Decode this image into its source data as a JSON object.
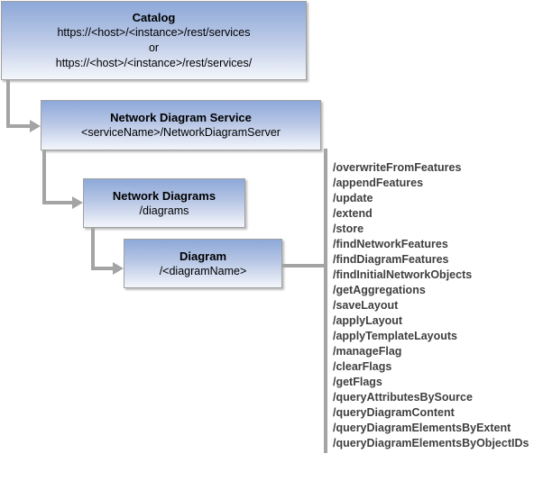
{
  "catalog": {
    "title": "Catalog",
    "url_primary": "https://<host>/<instance>/rest/services",
    "or_label": "or",
    "url_alternate": "https://<host>/<instance>/rest/services/"
  },
  "service": {
    "title": "Network Diagram Service",
    "path": "<serviceName>/NetworkDiagramServer"
  },
  "diagrams_collection": {
    "title": "Network Diagrams",
    "path": "/diagrams"
  },
  "diagram": {
    "title": "Diagram",
    "path": "/<diagramName>"
  },
  "operations": [
    "/overwriteFromFeatures",
    "/appendFeatures",
    "/update",
    "/extend",
    "/store",
    "/findNetworkFeatures",
    "/findDiagramFeatures",
    "/findInitialNetworkObjects",
    "/getAggregations",
    "/saveLayout",
    "/applyLayout",
    "/applyTemplateLayouts",
    "/manageFlag",
    "/clearFlags",
    "/getFlags",
    "/queryAttributesBySource",
    "/queryDiagramContent",
    "/queryDiagramElementsByExtent",
    "/queryDiagramElementsByObjectIDs"
  ],
  "colors": {
    "box_gradient_top": "#8da8d8",
    "box_gradient_bottom": "#f3f6fb",
    "box_border": "#a0a0a0",
    "connector": "#a4a4a4",
    "operation_text": "#3f3f3f"
  }
}
